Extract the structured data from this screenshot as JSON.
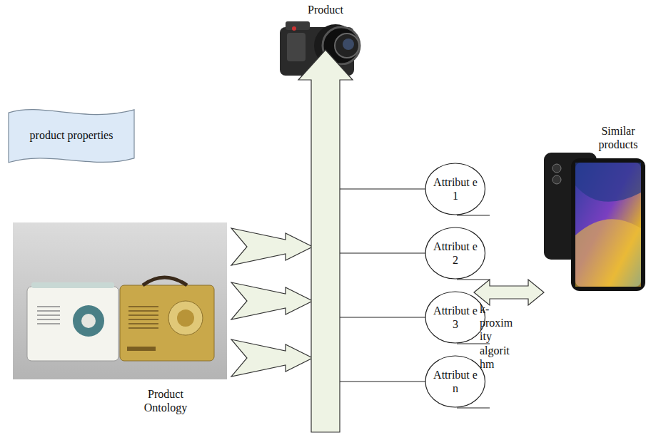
{
  "diagram": {
    "nodes": [
      {
        "text": [
          "product properties"
        ]
      },
      {
        "text": [
          "Attribut e 1"
        ]
      },
      {
        "text": [
          "Attribut e 2"
        ]
      },
      {
        "text": [
          "Attribut e 3"
        ]
      },
      {
        "text": [
          "Attribut e n"
        ]
      }
    ],
    "labels": [
      "Product",
      "Similar products",
      "k- proxim ity algorit hm",
      "Product Ontology"
    ]
  }
}
